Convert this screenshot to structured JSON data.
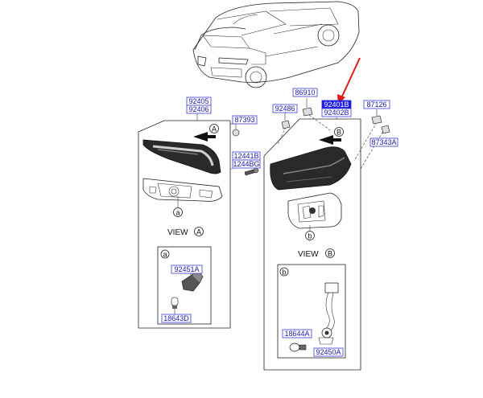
{
  "labels": {
    "p92405": "92405",
    "p92406": "92406",
    "p87393": "87393",
    "p92486": "92486",
    "p86910": "86910",
    "p92401b": "92401B",
    "p92402b": "92402B",
    "p87126": "87126",
    "p87343a": "87343A",
    "p12441b": "12441B",
    "p1244bg": "1244BG",
    "p92451a": "92451A",
    "p18643d": "18643D",
    "p18644a": "18644A",
    "p92450a": "92450A"
  },
  "views": {
    "view_word": "VIEW",
    "a": "A",
    "b": "B"
  },
  "callouts": {
    "a": "a",
    "b": "b"
  },
  "colors": {
    "label_border": "#3a3ad0",
    "label_text": "#1a1aa6",
    "highlight": "#1e1ee0",
    "pointer_arrow": "#e01a1a"
  }
}
